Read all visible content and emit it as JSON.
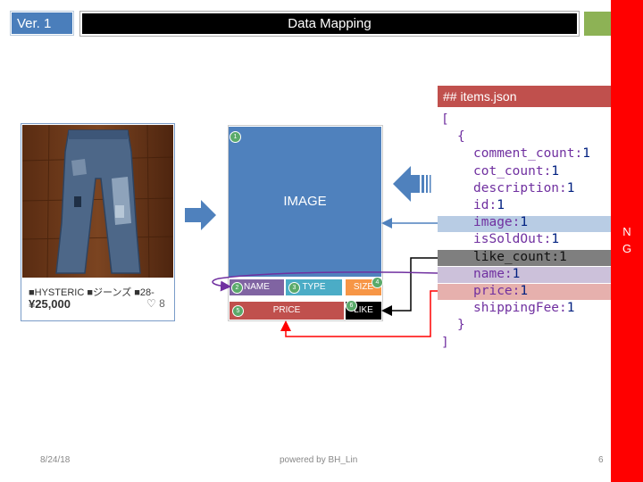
{
  "header": {
    "version": "Ver. 1",
    "title": "Data Mapping",
    "status": "N\nG"
  },
  "product_card": {
    "title": "■HYSTERIC ■ジーンズ ■28-",
    "price": "¥25,000",
    "likes": "♡ 8"
  },
  "layout": {
    "image_label": "IMAGE",
    "fields": [
      {
        "badge": "1"
      },
      {
        "badge": "2",
        "label": "NAME"
      },
      {
        "badge": "3",
        "label": "TYPE"
      },
      {
        "badge": "4",
        "label": "SIZE"
      },
      {
        "badge": "5",
        "label": "PRICE"
      },
      {
        "badge": "6",
        "label": "LIKE"
      }
    ]
  },
  "json_panel": {
    "title": "## items.json",
    "open_bracket": "[",
    "open_brace": "{",
    "entries": [
      {
        "key": "comment_count",
        "value": "1"
      },
      {
        "key": "cot_count",
        "value": "1"
      },
      {
        "key": "description",
        "value": "1"
      },
      {
        "key": "id",
        "value": "1"
      },
      {
        "key": "image",
        "value": "1"
      },
      {
        "key": "isSoldOut",
        "value": "1"
      },
      {
        "key": "like_count",
        "value": "1"
      },
      {
        "key": "name",
        "value": "1"
      },
      {
        "key": "price",
        "value": "1"
      },
      {
        "key": "shippingFee",
        "value": "1"
      }
    ],
    "close_brace": "}",
    "close_bracket": "]"
  },
  "footer": {
    "date": "8/24/18",
    "credit": "powered by BH_Lin",
    "page": "6"
  },
  "colors": {
    "version_bg": "#4a7ebb",
    "ng_bar": "#ff0000",
    "image_box": "#4f81bd",
    "name_field": "#8064a2",
    "type_field": "#4bacc6",
    "size_field": "#f79646",
    "price_field": "#c0504d",
    "like_field": "#000000",
    "json_header": "#c0504d"
  }
}
